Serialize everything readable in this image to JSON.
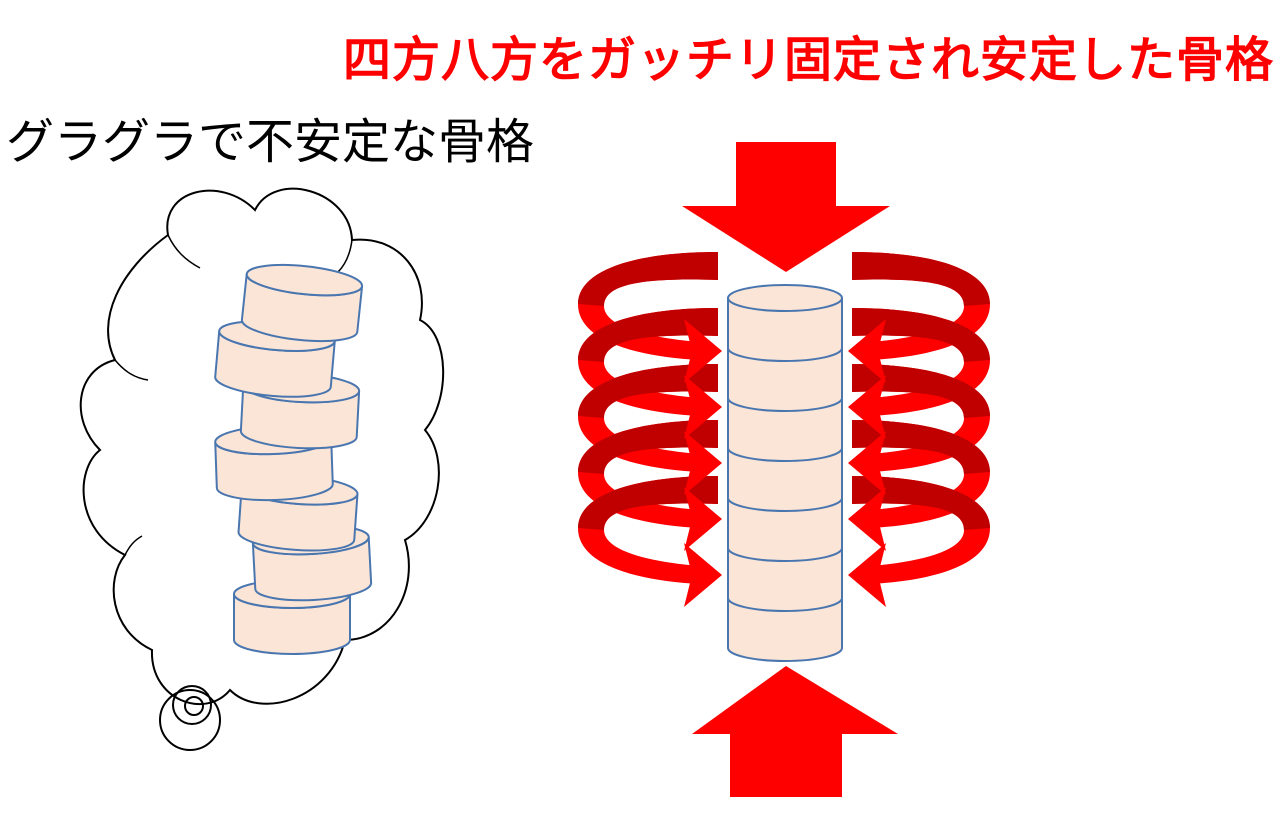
{
  "title": "四方八方をガッチリ固定され安定した骨格",
  "unstable_label": "グラグラで不安定な骨格",
  "colors": {
    "title": "#ff0000",
    "arrow": "#ff0000",
    "arrow_dark": "#c00000",
    "disc_fill": "#fbe5d6",
    "disc_stroke": "#4a76b0",
    "cloud_stroke": "#000000"
  },
  "unstable_stack": {
    "disc_count": 7
  },
  "stable_stack": {
    "disc_count": 7
  },
  "rings": {
    "count": 5
  },
  "arrows": {
    "vertical": [
      "down",
      "up"
    ]
  }
}
